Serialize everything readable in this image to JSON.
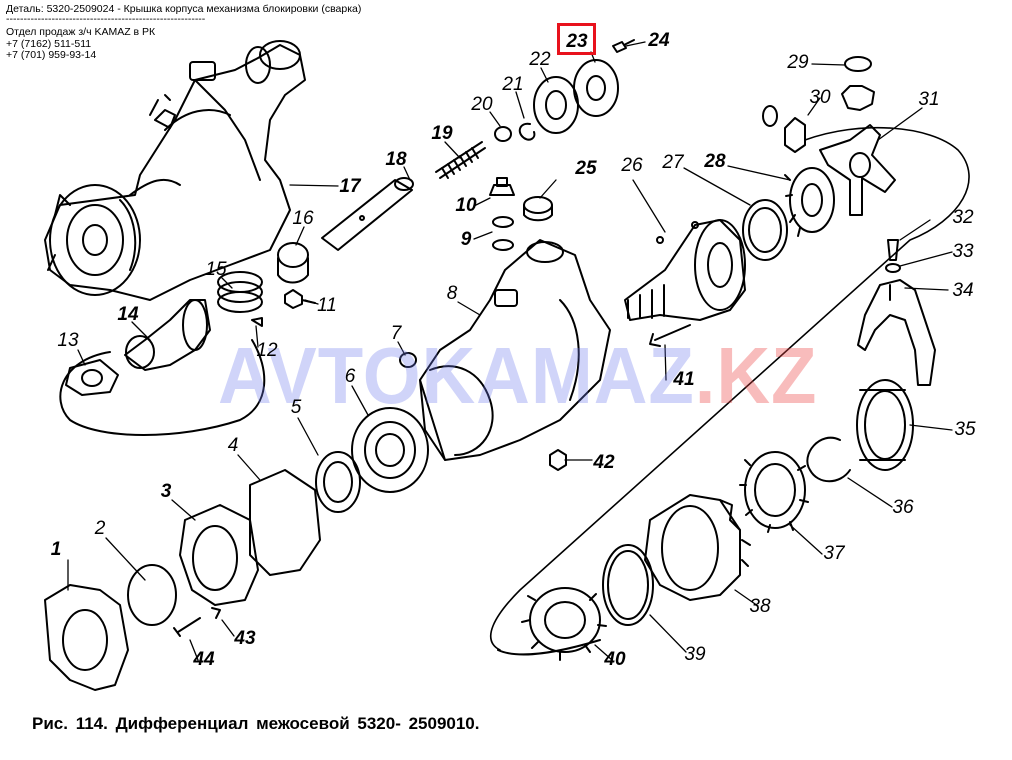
{
  "header": {
    "title": "Деталь: 5320-2509024 - Крышка корпуса механизма блокировки (сварка)",
    "separator": "---------------------------------------------------------",
    "dept": "Отдел продаж з/ч KAMAZ в РК",
    "phone1": "+7 (7162) 511-511",
    "phone2": "+7 (701) 959-93-14"
  },
  "parts": [
    "1",
    "2",
    "3",
    "4",
    "5",
    "6",
    "7",
    "8",
    "9",
    "10",
    "11",
    "12",
    "13",
    "14",
    "15",
    "16",
    "17",
    "18",
    "19",
    "20",
    "21",
    "22",
    "23",
    "24",
    "25",
    "26",
    "27",
    "28",
    "29",
    "30",
    "31",
    "32",
    "33",
    "34",
    "35",
    "36",
    "37",
    "38",
    "39",
    "40",
    "41",
    "42",
    "43",
    "44"
  ],
  "highlighted_part": "23",
  "watermark": {
    "main": "AVTOKAMAZ",
    "tld": ".KZ"
  },
  "caption": "Рис. 114. Дифференциал межосевой 5320- 2509010.",
  "colors": {
    "highlight": "#e8121c",
    "watermark_blue": "#6e78eb",
    "watermark_red": "#eb4646"
  }
}
